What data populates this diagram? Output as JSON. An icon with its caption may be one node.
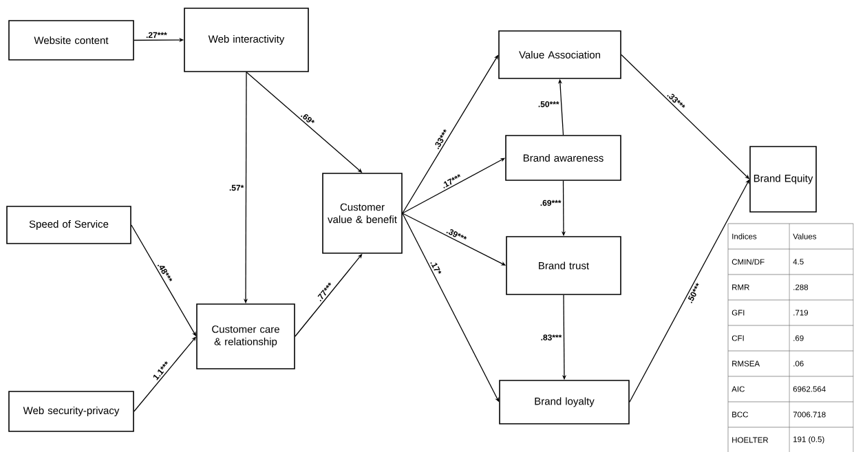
{
  "diagram": {
    "nodes": [
      {
        "text": [
          "Website content"
        ]
      },
      {
        "text": [
          "Web interactivity"
        ]
      },
      {
        "text": [
          "Speed of Service"
        ]
      },
      {
        "text": [
          "Web security-privacy"
        ]
      },
      {
        "text": [
          "Customer care & relationship"
        ]
      },
      {
        "text": [
          "Customer value & benefit"
        ]
      },
      {
        "text": [
          "Value Association"
        ]
      },
      {
        "text": [
          "Brand awareness"
        ]
      },
      {
        "text": [
          "Brand trust"
        ]
      },
      {
        "text": [
          "Brand loyalty"
        ]
      },
      {
        "text": [
          "Brand Equity"
        ]
      }
    ],
    "edges": [
      {
        "from": 0,
        "to": 1,
        "arrow": "to",
        "label": ".27***"
      },
      {
        "from": 1,
        "to": 5,
        "arrow": "to",
        "label": ".69*"
      },
      {
        "from": 1,
        "to": 4,
        "arrow": "to",
        "label": ".57*"
      },
      {
        "from": 2,
        "to": 4,
        "arrow": "to",
        "label": ".48***"
      },
      {
        "from": 3,
        "to": 4,
        "arrow": "to",
        "label": "1.1***"
      },
      {
        "from": 4,
        "to": 5,
        "arrow": "to",
        "label": ".77***"
      },
      {
        "from": 5,
        "to": 6,
        "arrow": "to",
        "label": ".33***"
      },
      {
        "from": 5,
        "to": 7,
        "arrow": "to",
        "label": ".17***"
      },
      {
        "from": 5,
        "to": 8,
        "arrow": "to",
        "label": ".39***"
      },
      {
        "from": 5,
        "to": 9,
        "arrow": "to",
        "label": ".17*"
      },
      {
        "from": 7,
        "to": 6,
        "arrow": "to",
        "label": ".50***"
      },
      {
        "from": 7,
        "to": 8,
        "arrow": "to",
        "label": ".69***"
      },
      {
        "from": 8,
        "to": 9,
        "arrow": "to",
        "label": ".83***"
      },
      {
        "from": 6,
        "to": 10,
        "arrow": "to",
        "label": ".33***"
      },
      {
        "from": 9,
        "to": 10,
        "arrow": "to",
        "label": ".50***"
      }
    ],
    "labels": [
      "Indices",
      "Values",
      "CMIN/DF",
      "4.5",
      "RMR",
      ".288",
      "GFI",
      ".719",
      "CFI",
      ".69",
      "RMSEA",
      ".06",
      "AIC",
      "6962.564",
      "BCC",
      "7006.718",
      "HOELTER",
      "191 (0.5)"
    ]
  }
}
